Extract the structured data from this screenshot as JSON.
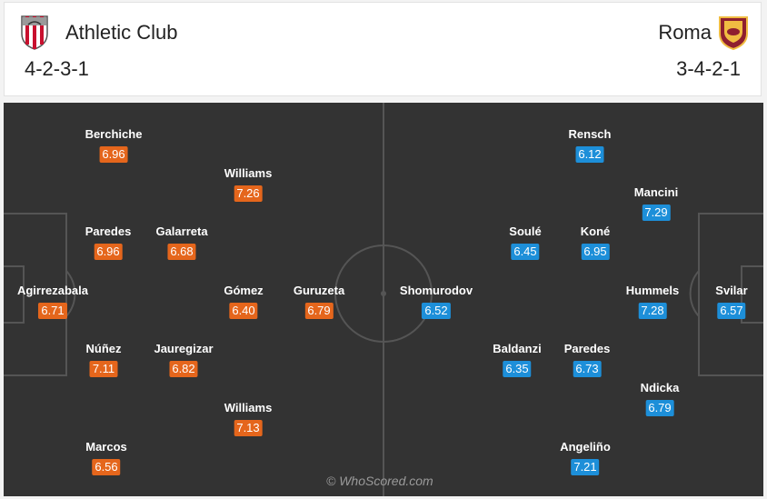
{
  "colors": {
    "home_rating": "#e5661c",
    "away_rating": "#1d8fd9",
    "pitch": "#333333"
  },
  "home": {
    "name": "Athletic Club",
    "formation": "4-2-3-1",
    "crest_icon": "athletic-club-crest-icon",
    "players": [
      {
        "name": "Berchiche",
        "rating": "6.96"
      },
      {
        "name": "Williams",
        "rating": "7.26"
      },
      {
        "name": "Paredes",
        "rating": "6.96"
      },
      {
        "name": "Galarreta",
        "rating": "6.68"
      },
      {
        "name": "Agirrezabala",
        "rating": "6.71"
      },
      {
        "name": "Gómez",
        "rating": "6.40"
      },
      {
        "name": "Guruzeta",
        "rating": "6.79"
      },
      {
        "name": "Núñez",
        "rating": "7.11"
      },
      {
        "name": "Jauregizar",
        "rating": "6.82"
      },
      {
        "name": "Williams",
        "rating": "7.13"
      },
      {
        "name": "Marcos",
        "rating": "6.56"
      }
    ]
  },
  "away": {
    "name": "Roma",
    "formation": "3-4-2-1",
    "crest_icon": "roma-crest-icon",
    "players": [
      {
        "name": "Rensch",
        "rating": "6.12"
      },
      {
        "name": "Mancini",
        "rating": "7.29"
      },
      {
        "name": "Soulé",
        "rating": "6.45"
      },
      {
        "name": "Koné",
        "rating": "6.95"
      },
      {
        "name": "Shomurodov",
        "rating": "6.52"
      },
      {
        "name": "Hummels",
        "rating": "7.28"
      },
      {
        "name": "Svilar",
        "rating": "6.57"
      },
      {
        "name": "Baldanzi",
        "rating": "6.35"
      },
      {
        "name": "Paredes",
        "rating": "6.73"
      },
      {
        "name": "Ndicka",
        "rating": "6.79"
      },
      {
        "name": "Angeliño",
        "rating": "7.21"
      }
    ]
  },
  "watermark": "© WhoScored.com"
}
